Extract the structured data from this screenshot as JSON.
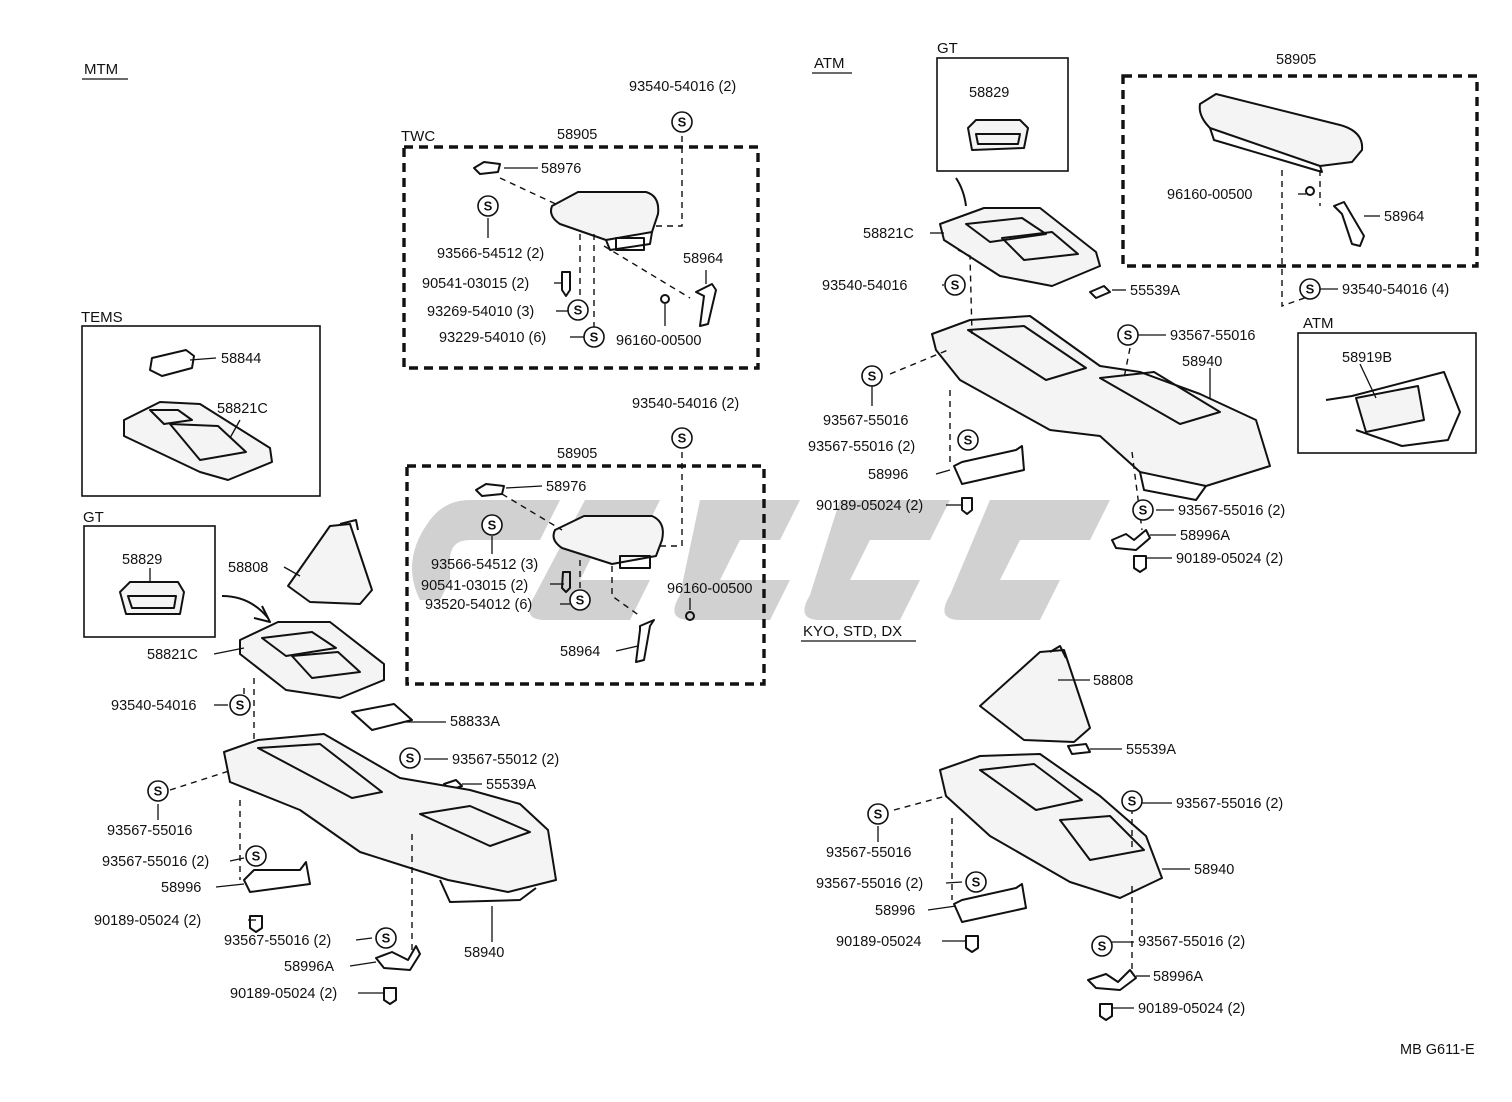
{
  "sections": {
    "mtm": "MTM",
    "atm": "ATM",
    "kyo": "KYO, STD, DX",
    "twc": "TWC",
    "tems": "TEMS",
    "gt_left": "GT",
    "gt_right": "GT",
    "atm_box": "ATM"
  },
  "drawing_code": "MB G611-E",
  "screw_symbol": "S",
  "labels": {
    "l_93540_a": "93540-54016 (2)",
    "l_58905_a": "58905",
    "l_58976_a": "58976",
    "l_93566_a": "93566-54512 (2)",
    "l_90541_a": "90541-03015 (2)",
    "l_58964_a": "58964",
    "l_93269": "93269-54010 (3)",
    "l_93229": "93229-54010 (6)",
    "l_96160_a": "96160-00500",
    "l_58844": "58844",
    "l_58821c_tems": "58821C",
    "l_93540_b": "93540-54016 (2)",
    "l_58905_b": "58905",
    "l_58976_b": "58976",
    "l_93566_b": "93566-54512 (3)",
    "l_90541_b": "90541-03015 (2)",
    "l_93520": "93520-54012 (6)",
    "l_96160_b": "96160-00500",
    "l_58964_b": "58964",
    "l_58829_l": "58829",
    "l_58808_l": "58808",
    "l_58821c_l": "58821C",
    "l_93540_l": "93540-54016",
    "l_58833a": "58833A",
    "l_93567_55012": "93567-55012 (2)",
    "l_55539a_l": "55539A",
    "l_93567_l1": "93567-55016",
    "l_93567_l2": "93567-55016 (2)",
    "l_58996_l": "58996",
    "l_90189_l1": "90189-05024 (2)",
    "l_93567_l3": "93567-55016 (2)",
    "l_58996a_l": "58996A",
    "l_90189_l2": "90189-05024 (2)",
    "l_58940_l": "58940",
    "l_58829_r": "58829",
    "l_58821c_r": "58821C",
    "l_93540_r": "93540-54016",
    "l_58905_r": "58905",
    "l_96160_r": "96160-00500",
    "l_58964_r": "58964",
    "l_55539a_r": "55539A",
    "l_93540_r4": "93540-54016 (4)",
    "l_93567_r1": "93567-55016",
    "l_58940_r": "58940",
    "l_58919b": "58919B",
    "l_93567_r2": "93567-55016",
    "l_93567_r3": "93567-55016 (2)",
    "l_58996_r": "58996",
    "l_90189_r1": "90189-05024 (2)",
    "l_93567_r4": "93567-55016 (2)",
    "l_58996a_r": "58996A",
    "l_90189_r2": "90189-05024 (2)",
    "l_58808_k": "58808",
    "l_55539a_k": "55539A",
    "l_93567_k1": "93567-55016 (2)",
    "l_93567_k2": "93567-55016",
    "l_58940_k": "58940",
    "l_93567_k3": "93567-55016 (2)",
    "l_58996_k": "58996",
    "l_90189_k1": "90189-05024",
    "l_93567_k4": "93567-55016 (2)",
    "l_58996a_k": "58996A",
    "l_90189_k2": "90189-05024 (2)"
  }
}
